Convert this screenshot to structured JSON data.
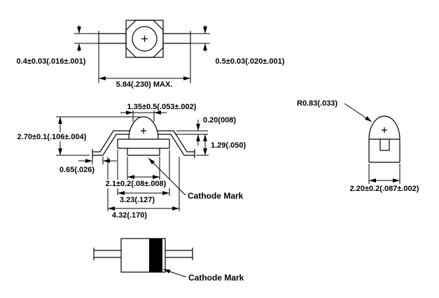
{
  "colors": {
    "line": "#000000",
    "cathode_band": "#000000",
    "background": "#ffffff"
  },
  "views": {
    "top": {
      "dims": {
        "lead_width_left": "0.4±0.03(.016±.001)",
        "lead_width_right": "0.5±0.03(.020±.001)",
        "overall_length": "5.84(.230) MAX."
      }
    },
    "front": {
      "dims": {
        "dome_top_width": "1.35±0.5(.053±.002)",
        "lead_thickness": "0.20(008)",
        "overall_height": "2.70±0.1(.106±.004)",
        "lead_bend_height": "1.29(.050)",
        "foot_length": "0.65(.026)",
        "body_width": "2.1±0.2(.08±.008)",
        "flange_width": "3.23(.127)",
        "lead_span": "4.32(.170)"
      },
      "cathode_mark_label": "Cathode Mark"
    },
    "side": {
      "dims": {
        "dome_radius": "R0.83(.033)",
        "body_width": "2.20±0.2(.087±.002)"
      }
    },
    "bottom": {
      "cathode_mark_label": "Cathode Mark"
    }
  }
}
